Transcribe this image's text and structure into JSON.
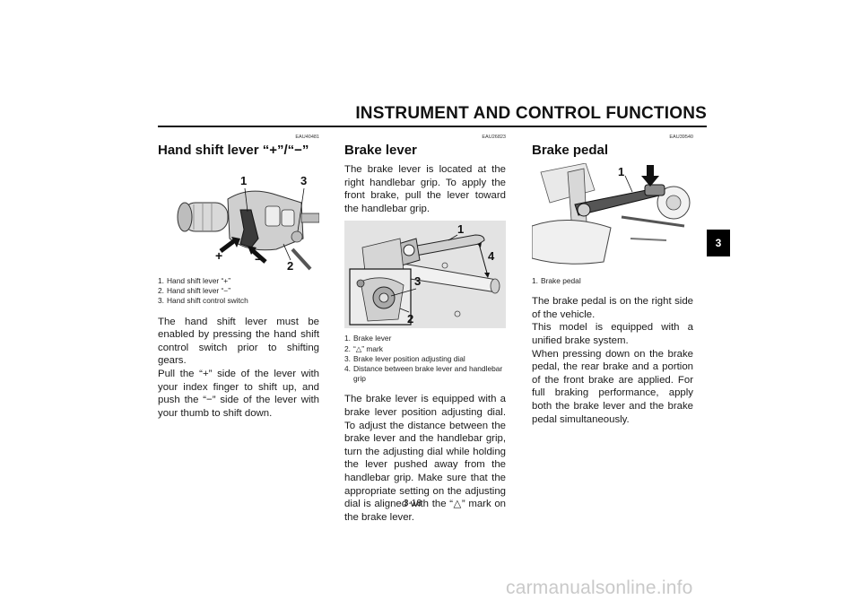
{
  "header": {
    "title": "INSTRUMENT AND CONTROL FUNCTIONS"
  },
  "tab": {
    "label": "3"
  },
  "footer": {
    "page_number": "3-18"
  },
  "watermark": {
    "text": "carmanualsonline.info"
  },
  "sections": {
    "hand_shift": {
      "code": "EAU40481",
      "heading": "Hand shift lever “+”/“−”",
      "figure_callouts": {
        "c1": "1",
        "c2": "2",
        "c3": "3",
        "plus": "+",
        "minus": "−"
      },
      "captions": [
        {
          "num": "1.",
          "text": "Hand shift lever “+”"
        },
        {
          "num": "2.",
          "text": "Hand shift lever “−”"
        },
        {
          "num": "3.",
          "text": "Hand shift control switch"
        }
      ],
      "paragraphs": [
        "The hand shift lever must be enabled by pressing the hand shift control switch prior to shifting gears.",
        "Pull the “+” side of the lever with your index finger to shift up, and push the “−” side of the lever with your thumb to shift down."
      ]
    },
    "brake_lever": {
      "code": "EAU26823",
      "heading": "Brake lever",
      "intro": "The brake lever is located at the right handlebar grip. To apply the front brake, pull the lever toward the handlebar grip.",
      "figure_callouts": {
        "c1": "1",
        "c2": "2",
        "c3": "3",
        "c4": "4"
      },
      "captions": [
        {
          "num": "1.",
          "text": "Brake lever"
        },
        {
          "num": "2.",
          "text": "“△” mark"
        },
        {
          "num": "3.",
          "text": "Brake lever position adjusting dial"
        },
        {
          "num": "4.",
          "text": "Distance between brake lever and handlebar grip"
        }
      ],
      "body": "The brake lever is equipped with a brake lever position adjusting dial. To adjust the distance between the brake lever and the handlebar grip, turn the adjusting dial while holding the lever pushed away from the handlebar grip. Make sure that the appropriate setting on the adjusting dial is aligned with the “△” mark on the brake lever."
    },
    "brake_pedal": {
      "code": "EAU39540",
      "heading": "Brake pedal",
      "figure_callouts": {
        "c1": "1"
      },
      "captions": [
        {
          "num": "1.",
          "text": "Brake pedal"
        }
      ],
      "paragraphs": [
        "The brake pedal is on the right side of the vehicle.",
        "This model is equipped with a unified brake system.",
        "When pressing down on the brake pedal, the rear brake and a portion of the front brake are applied. For full braking performance, apply both the brake lever and the brake pedal simultaneously."
      ]
    }
  }
}
